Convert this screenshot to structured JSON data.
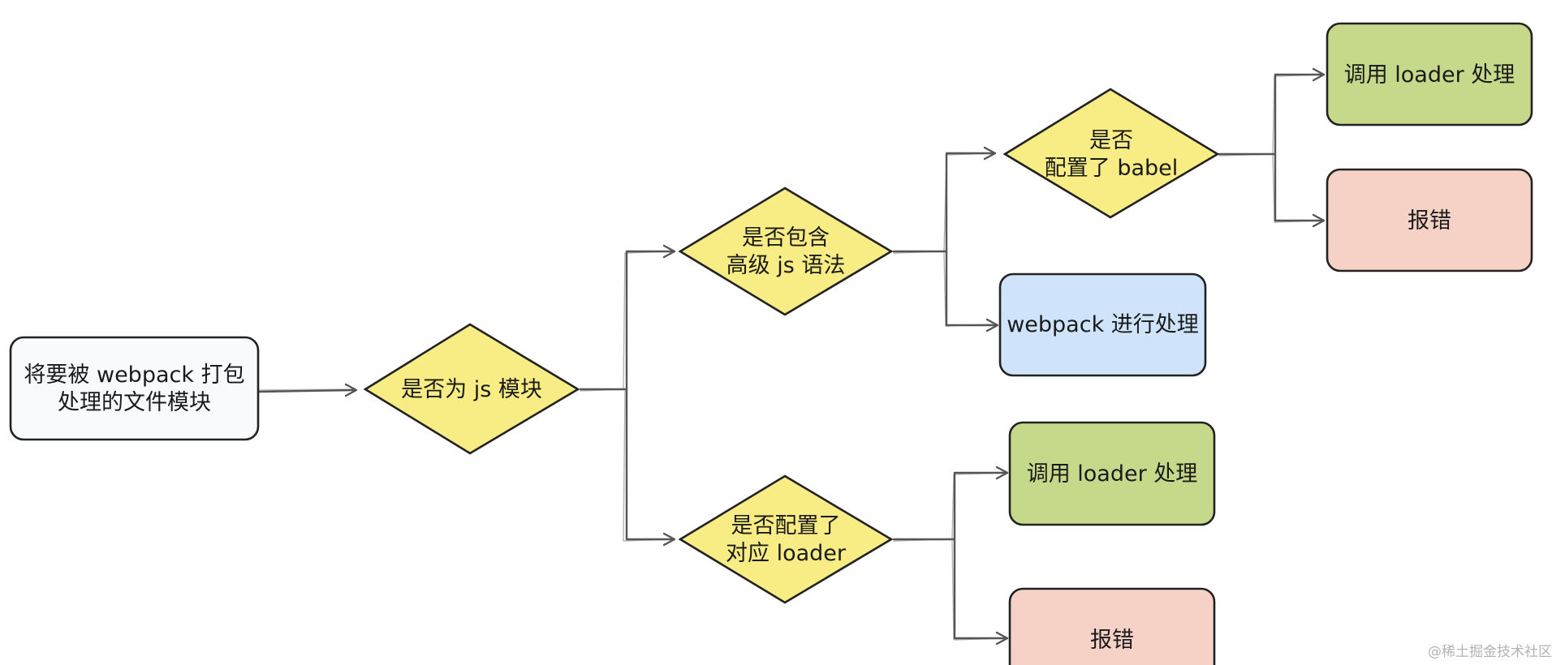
{
  "colors": {
    "start_fill": "#f8fafc",
    "decision_fill": "#f8ec84",
    "green_fill": "#c6d98a",
    "blue_fill": "#cfe4fb",
    "red_fill": "#f6d2c6",
    "border": "#222222",
    "connector": "#555555"
  },
  "nodes": {
    "start": {
      "lines": [
        "将要被 webpack 打包",
        "处理的文件模块"
      ]
    },
    "is_js_module": {
      "lines": [
        "是否为 js 模块"
      ]
    },
    "has_advanced_syntax": {
      "lines": [
        "是否包含",
        "高级 js 语法"
      ]
    },
    "has_loader_config": {
      "lines": [
        "是否配置了",
        "对应 loader"
      ]
    },
    "has_babel_config": {
      "lines": [
        "是否",
        "配置了 babel"
      ]
    },
    "webpack_process": {
      "lines": [
        "webpack 进行处理"
      ]
    },
    "babel_loader_process": {
      "lines": [
        "调用 loader 处理"
      ]
    },
    "babel_error": {
      "lines": [
        "报错"
      ]
    },
    "loader_process": {
      "lines": [
        "调用 loader 处理"
      ]
    },
    "loader_error": {
      "lines": [
        "报错"
      ]
    }
  },
  "watermark": "@稀土掘金技术社区"
}
